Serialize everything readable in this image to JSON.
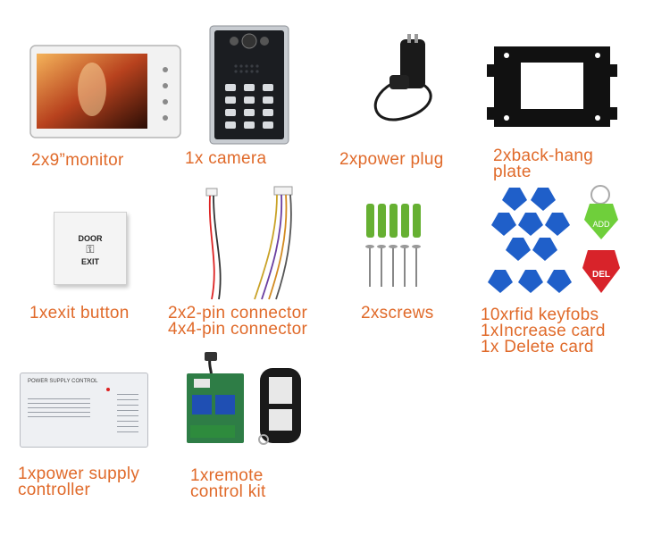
{
  "accent_color": "#e06a2a",
  "items": [
    {
      "name": "monitor",
      "lines": [
        "2x9”monitor"
      ]
    },
    {
      "name": "camera",
      "lines": [
        "1x camera"
      ]
    },
    {
      "name": "power-plug",
      "lines": [
        "2xpower plug"
      ]
    },
    {
      "name": "back-hang-plate",
      "lines": [
        "2xback-hang",
        "plate"
      ]
    },
    {
      "name": "exit-button",
      "lines": [
        "1xexit button"
      ]
    },
    {
      "name": "connector",
      "lines": [
        "2x2-pin connector",
        "4x4-pin connector"
      ]
    },
    {
      "name": "screws",
      "lines": [
        "2xscrews"
      ]
    },
    {
      "name": "rfid-keyfobs",
      "lines": [
        "10xrfid keyfobs",
        "1xIncrease card",
        "1x Delete card"
      ]
    },
    {
      "name": "power-supply-controller",
      "lines": [
        "1xpower supply",
        "controller"
      ]
    },
    {
      "name": "remote-control-kit",
      "lines": [
        "1xremote",
        "control kit"
      ]
    }
  ],
  "exit_button": {
    "line1": "DOOR",
    "line2": "EXIT"
  },
  "power_supply": {
    "title": "POWER SUPPLY CONTROL"
  },
  "keyfobs": {
    "add_text": "ADD",
    "del_text": "DEL"
  }
}
